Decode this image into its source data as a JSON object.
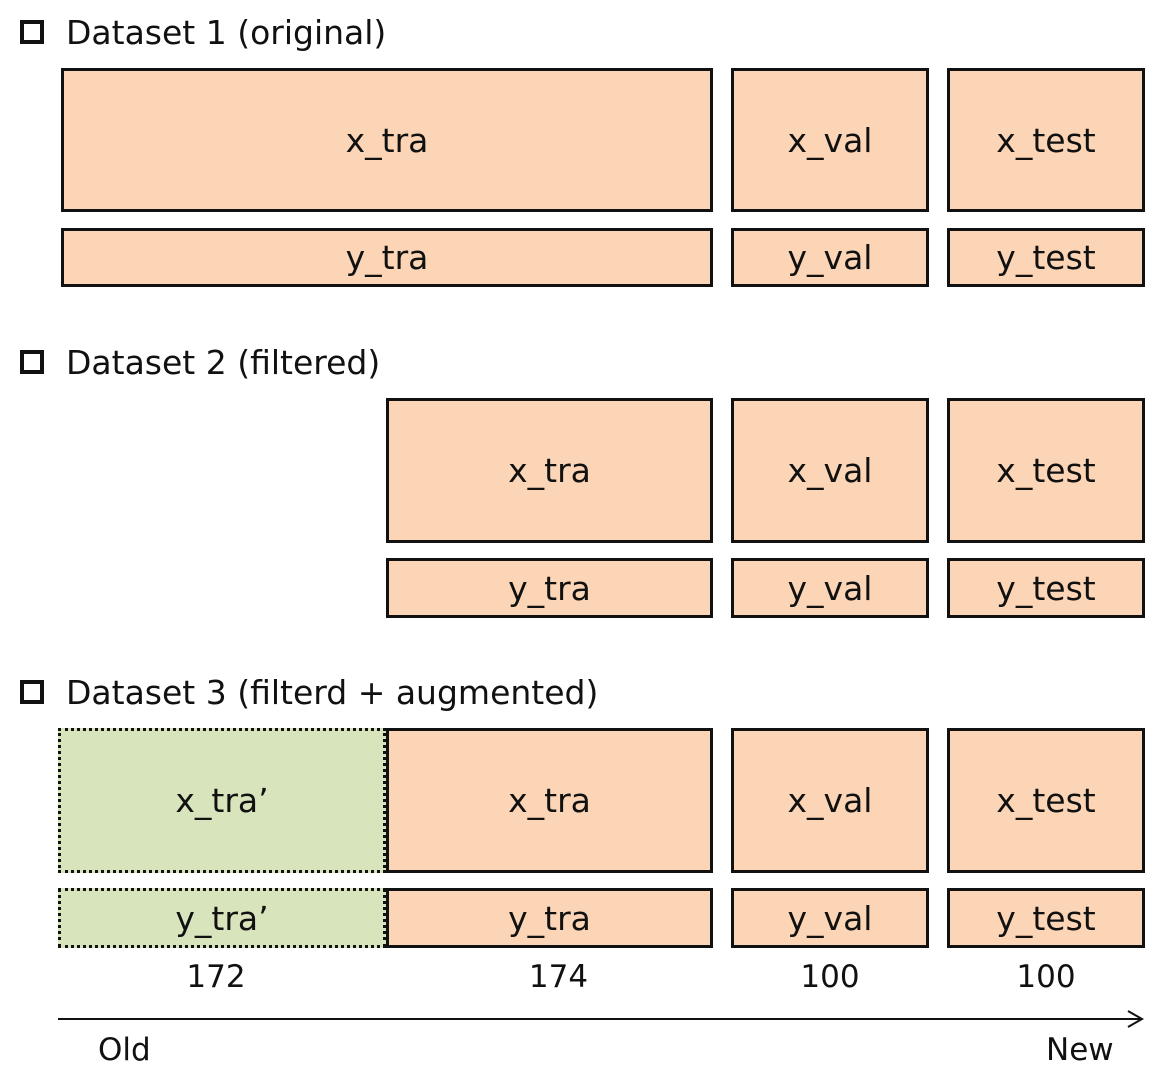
{
  "datasets": [
    {
      "title": "Dataset 1 (original)",
      "x_boxes": [
        "x_tra",
        "x_val",
        "x_test"
      ],
      "y_boxes": [
        "y_tra",
        "y_val",
        "y_test"
      ]
    },
    {
      "title": "Dataset 2 (filtered)",
      "x_boxes": [
        "x_tra",
        "x_val",
        "x_test"
      ],
      "y_boxes": [
        "y_tra",
        "y_val",
        "y_test"
      ]
    },
    {
      "title": "Dataset 3 (filterd + augmented)",
      "x_boxes": [
        "x_tra’",
        "x_tra",
        "x_val",
        "x_test"
      ],
      "y_boxes": [
        "y_tra’",
        "y_tra",
        "y_val",
        "y_test"
      ]
    }
  ],
  "counts": [
    "172",
    "174",
    "100",
    "100"
  ],
  "axis": {
    "start": "Old",
    "end": "New"
  },
  "colors": {
    "original_fill": "#fbd5b5",
    "augmented_fill": "#d8e4bc",
    "border": "#111111"
  }
}
